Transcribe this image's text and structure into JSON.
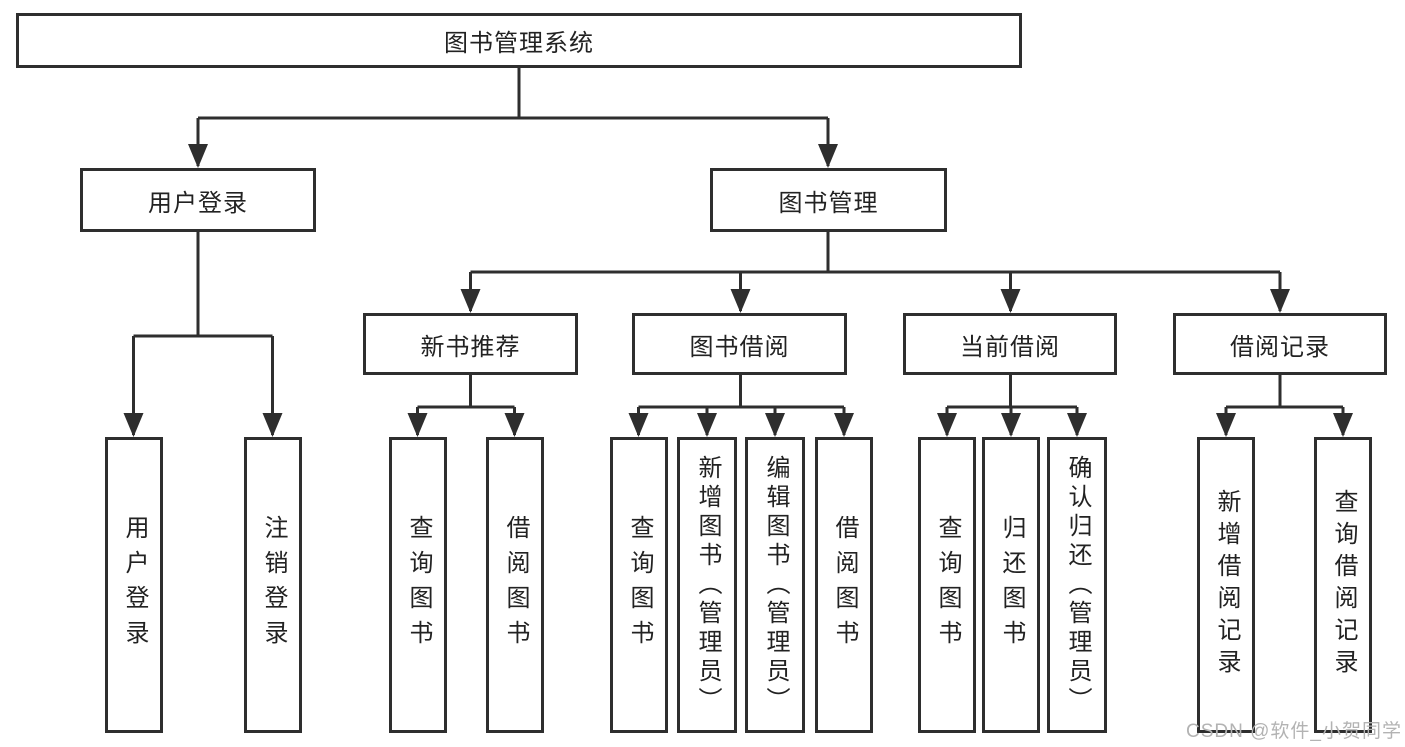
{
  "diagram_title": "图书管理系统",
  "colors": {
    "line": "#2e2e2e",
    "box_border": "#2e2e2e",
    "box_fill": "#ffffff",
    "text": "#222222",
    "watermark_text": "#b3b3b3",
    "background": "#ffffff"
  },
  "watermark": {
    "text": "CSDN @软件_小贺同学"
  },
  "tree": {
    "root": {
      "label": "图书管理系统",
      "children": [
        {
          "label": "用户登录",
          "children": [
            {
              "label": "用户登录"
            },
            {
              "label": "注销登录"
            }
          ]
        },
        {
          "label": "图书管理",
          "children": [
            {
              "label": "新书推荐",
              "children": [
                {
                  "label": "查询图书"
                },
                {
                  "label": "借阅图书"
                }
              ]
            },
            {
              "label": "图书借阅",
              "children": [
                {
                  "label": "查询图书"
                },
                {
                  "label": "新增图书（管理员）"
                },
                {
                  "label": "编辑图书（管理员）"
                },
                {
                  "label": "借阅图书"
                }
              ]
            },
            {
              "label": "当前借阅",
              "children": [
                {
                  "label": "查询图书"
                },
                {
                  "label": "归还图书"
                },
                {
                  "label": "确认归还（管理员）"
                }
              ]
            },
            {
              "label": "借阅记录",
              "children": [
                {
                  "label": "新增借阅记录"
                },
                {
                  "label": "查询借阅记录"
                }
              ]
            }
          ]
        }
      ]
    }
  }
}
